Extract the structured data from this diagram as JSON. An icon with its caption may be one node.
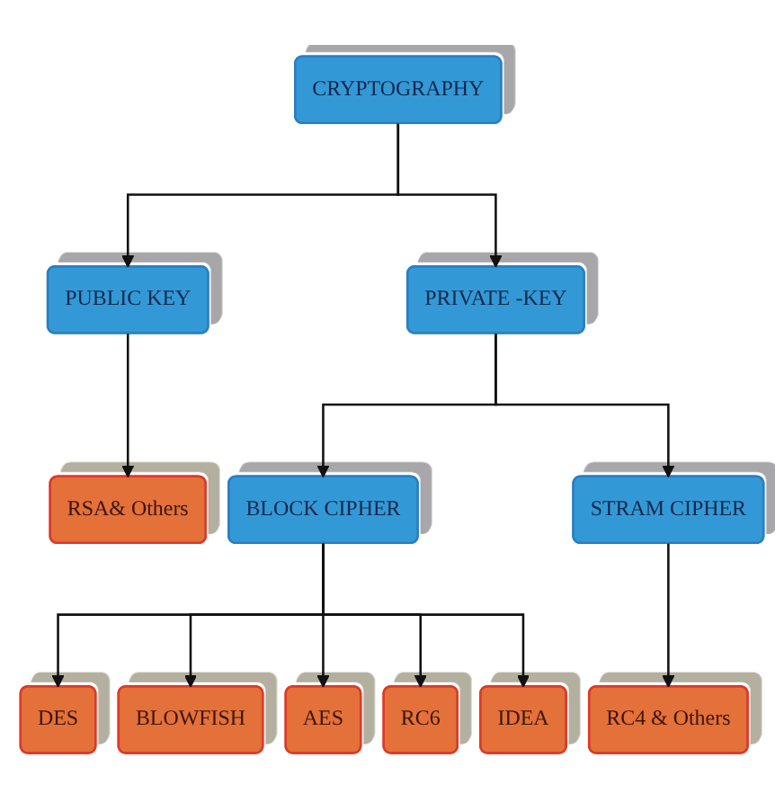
{
  "diagram": {
    "nodes": [
      {
        "text": [
          "CRYPTOGRAPHY"
        ]
      },
      {
        "text": [
          "PUBLIC KEY"
        ]
      },
      {
        "text": [
          "PRIVATE -KEY"
        ]
      },
      {
        "text": [
          "RSA& Others"
        ]
      },
      {
        "text": [
          "BLOCK CIPHER"
        ]
      },
      {
        "text": [
          "STRAM CIPHER"
        ]
      },
      {
        "text": [
          "RC4 & Others"
        ]
      },
      {
        "text": [
          "DES"
        ]
      },
      {
        "text": [
          "BLOWFISH"
        ]
      },
      {
        "text": [
          "AES"
        ]
      },
      {
        "text": [
          "RC6"
        ]
      },
      {
        "text": [
          "IDEA"
        ]
      }
    ],
    "edges": [
      {
        "from": 0,
        "to": 1,
        "arrow": "to"
      },
      {
        "from": 0,
        "to": 2,
        "arrow": "to"
      },
      {
        "from": 1,
        "to": 3,
        "arrow": "to"
      },
      {
        "from": 2,
        "to": 4,
        "arrow": "to"
      },
      {
        "from": 2,
        "to": 5,
        "arrow": "to"
      },
      {
        "from": 5,
        "to": 6,
        "arrow": "to"
      },
      {
        "from": 4,
        "to": 7,
        "arrow": "to"
      },
      {
        "from": 4,
        "to": 8,
        "arrow": "to"
      },
      {
        "from": 4,
        "to": 9,
        "arrow": "to"
      },
      {
        "from": 4,
        "to": 10,
        "arrow": "to"
      },
      {
        "from": 4,
        "to": 11,
        "arrow": "to"
      }
    ]
  }
}
